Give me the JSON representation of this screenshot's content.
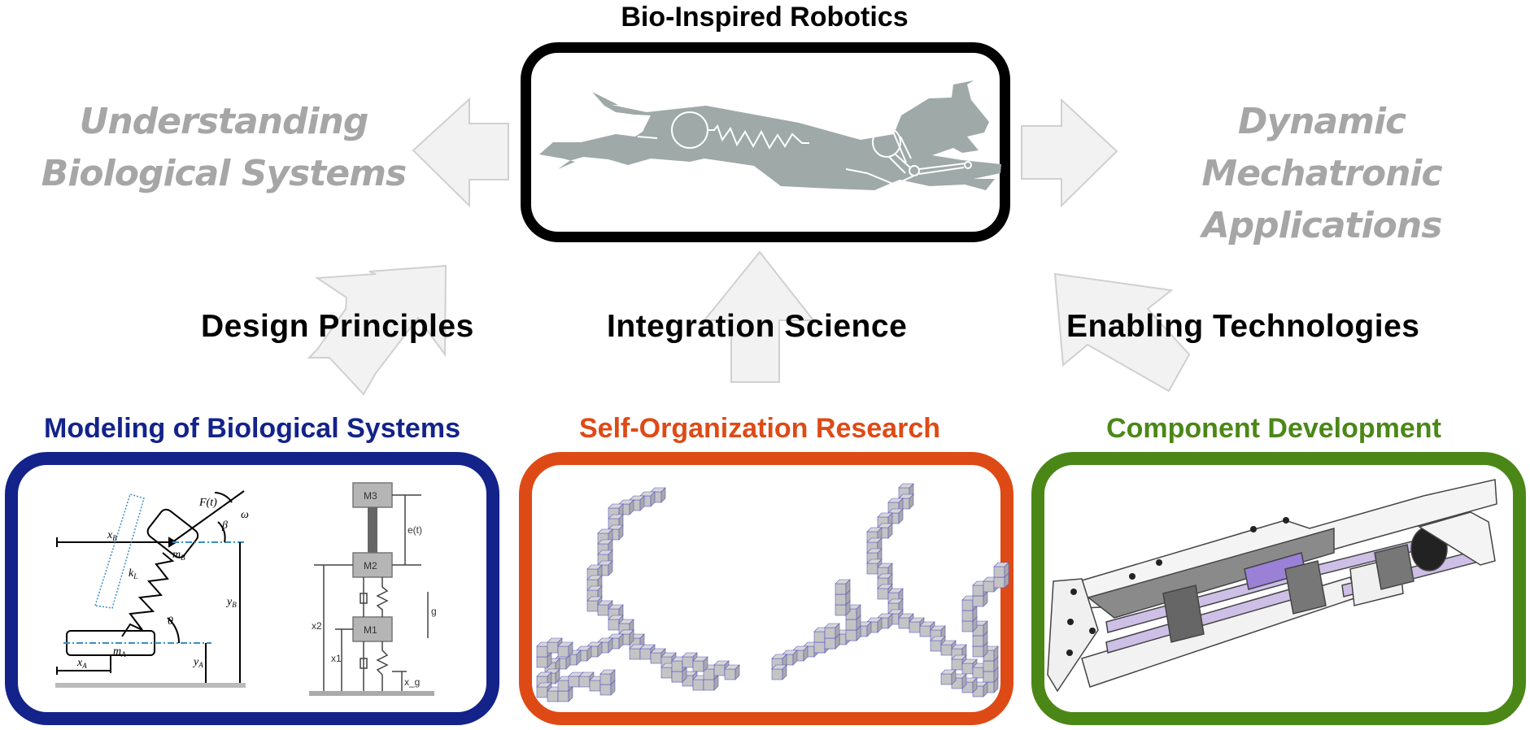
{
  "figure": {
    "center": {
      "title": "Bio-Inspired Robotics",
      "image_icon": "running-cheetah-robot-icon",
      "border_color": "#000000"
    },
    "left_goal": {
      "line1": "Understanding",
      "line2": "Biological Systems",
      "color": "#a6a6a6"
    },
    "right_goal": {
      "line1": "Dynamic Mechatronic",
      "line2": "Applications",
      "color": "#a6a6a6"
    },
    "arrows": {
      "fill": "#f2f2f2",
      "stroke": "#d0d0d0"
    },
    "pillars": [
      {
        "connector_label": "Design Principles",
        "title": "Modeling of Biological Systems",
        "color": "#13238a",
        "diagrams": {
          "leg_model_labels": [
            "F(t)",
            "ω",
            "β",
            "x_B",
            "m_B",
            "k_L",
            "y_B",
            "θ",
            "m_A",
            "x_A",
            "y_A"
          ],
          "mass_spring_labels": [
            "M3",
            "e(t)",
            "M2",
            "g",
            "x2",
            "M1",
            "x1",
            "x_g"
          ]
        }
      },
      {
        "connector_label": "Integration Science",
        "title": "Self-Organization Research",
        "color": "#de4a16",
        "image_icon": "voxel-structures-icon"
      },
      {
        "connector_label": "Enabling Technologies",
        "title": "Component Development",
        "color": "#4b8717",
        "image_icon": "mechatronic-actuator-cad-icon"
      }
    ]
  }
}
